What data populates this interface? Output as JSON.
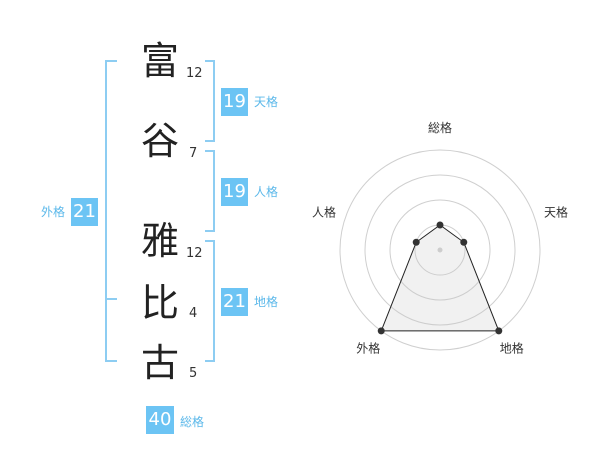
{
  "name": {
    "chars": [
      {
        "char": "富",
        "strokes": "12"
      },
      {
        "char": "谷",
        "strokes": "7"
      },
      {
        "char": "雅",
        "strokes": "12"
      },
      {
        "char": "比",
        "strokes": "4"
      },
      {
        "char": "古",
        "strokes": "5"
      }
    ]
  },
  "kakusu": {
    "tenkaku": {
      "value": "19",
      "label": "天格"
    },
    "jinkaku": {
      "value": "19",
      "label": "人格"
    },
    "chikaku": {
      "value": "21",
      "label": "地格"
    },
    "gaikaku": {
      "value": "21",
      "label": "外格"
    },
    "soukaku": {
      "value": "40",
      "label": "総格"
    }
  },
  "colors": {
    "accent": "#6cc4f4",
    "bracket": "#8dcdf2"
  },
  "chart_data": {
    "type": "radar",
    "axes": [
      "総格",
      "天格",
      "地格",
      "外格",
      "人格"
    ],
    "levels": 4,
    "values": [
      1,
      1,
      4,
      4,
      1
    ],
    "max": 4
  }
}
